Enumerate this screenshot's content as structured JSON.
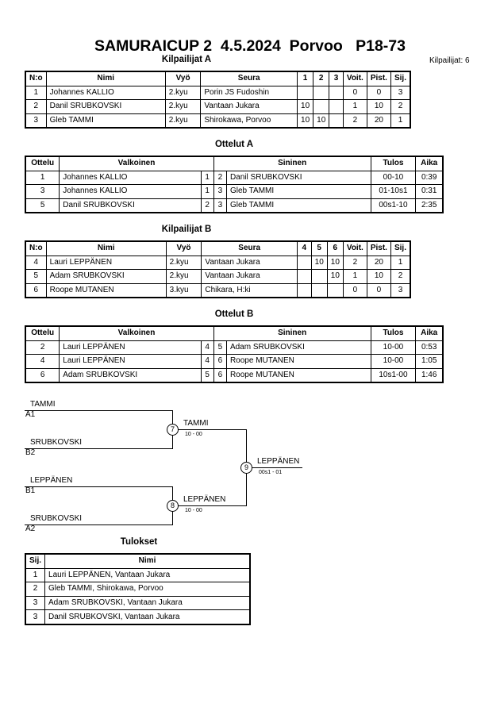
{
  "title": "SAMURAICUP 2  4.5.2024  Porvoo   P18-73",
  "competitor_count": "Kilpailijat: 6",
  "sections": {
    "competitors_a": "Kilpailijat A",
    "matches_a": "Ottelut A",
    "competitors_b": "Kilpailijat B",
    "matches_b": "Ottelut B",
    "results": "Tulokset"
  },
  "competitors_a": {
    "headers": [
      "N:o",
      "Nimi",
      "Vyö",
      "Seura",
      "1",
      "2",
      "3",
      "Voit.",
      "Pist.",
      "Sij."
    ],
    "rows": [
      [
        "1",
        "Johannes KALLIO",
        "2.kyu",
        "Porin JS Fudoshin",
        "",
        "",
        "",
        "0",
        "0",
        "3"
      ],
      [
        "2",
        "Danil SRUBKOVSKI",
        "2.kyu",
        "Vantaan Jukara",
        "10",
        "",
        "",
        "1",
        "10",
        "2"
      ],
      [
        "3",
        "Gleb TAMMI",
        "2.kyu",
        "Shirokawa, Porvoo",
        "10",
        "10",
        "",
        "2",
        "20",
        "1"
      ]
    ]
  },
  "matches_a": {
    "headers": [
      "Ottelu",
      "Valkoinen",
      "Sininen",
      "Tulos",
      "Aika"
    ],
    "rows": [
      [
        "1",
        "Johannes KALLIO",
        "1",
        "2",
        "Danil SRUBKOVSKI",
        "00-10",
        "0:39"
      ],
      [
        "3",
        "Johannes KALLIO",
        "1",
        "3",
        "Gleb TAMMI",
        "01-10s1",
        "0:31"
      ],
      [
        "5",
        "Danil SRUBKOVSKI",
        "2",
        "3",
        "Gleb TAMMI",
        "00s1-10",
        "2:35"
      ]
    ]
  },
  "competitors_b": {
    "headers": [
      "N:o",
      "Nimi",
      "Vyö",
      "Seura",
      "4",
      "5",
      "6",
      "Voit.",
      "Pist.",
      "Sij."
    ],
    "rows": [
      [
        "4",
        "Lauri LEPPÄNEN",
        "2.kyu",
        "Vantaan Jukara",
        "",
        "10",
        "10",
        "2",
        "20",
        "1"
      ],
      [
        "5",
        "Adam SRUBKOVSKI",
        "2.kyu",
        "Vantaan Jukara",
        "",
        "",
        "10",
        "1",
        "10",
        "2"
      ],
      [
        "6",
        "Roope MUTANEN",
        "3.kyu",
        "Chikara, H:ki",
        "",
        "",
        "",
        "0",
        "0",
        "3"
      ]
    ]
  },
  "matches_b": {
    "headers": [
      "Ottelu",
      "Valkoinen",
      "Sininen",
      "Tulos",
      "Aika"
    ],
    "rows": [
      [
        "2",
        "Lauri LEPPÄNEN",
        "4",
        "5",
        "Adam SRUBKOVSKI",
        "10-00",
        "0:53"
      ],
      [
        "4",
        "Lauri LEPPÄNEN",
        "4",
        "6",
        "Roope MUTANEN",
        "10-00",
        "1:05"
      ],
      [
        "6",
        "Adam SRUBKOVSKI",
        "5",
        "6",
        "Roope MUTANEN",
        "10s1-00",
        "1:46"
      ]
    ]
  },
  "bracket": {
    "entrants": [
      {
        "name": "TAMMI",
        "seed": "A1"
      },
      {
        "name": "SRUBKOVSKI",
        "seed": "B2"
      },
      {
        "name": "LEPPÄNEN",
        "seed": "B1"
      },
      {
        "name": "SRUBKOVSKI",
        "seed": "A2"
      }
    ],
    "semi1": {
      "number": "7",
      "winner": "TAMMI",
      "score": "10 - 00"
    },
    "semi2": {
      "number": "8",
      "winner": "LEPPÄNEN",
      "score": "10 - 00"
    },
    "final": {
      "number": "9",
      "winner": "LEPPÄNEN",
      "score": "00s1 - 01"
    }
  },
  "results": {
    "headers": [
      "Sij.",
      "Nimi"
    ],
    "rows": [
      [
        "1",
        "Lauri LEPPÄNEN, Vantaan Jukara"
      ],
      [
        "2",
        "Gleb TAMMI, Shirokawa, Porvoo"
      ],
      [
        "3",
        "Adam SRUBKOVSKI, Vantaan Jukara"
      ],
      [
        "3",
        "Danil SRUBKOVSKI, Vantaan Jukara"
      ]
    ]
  }
}
